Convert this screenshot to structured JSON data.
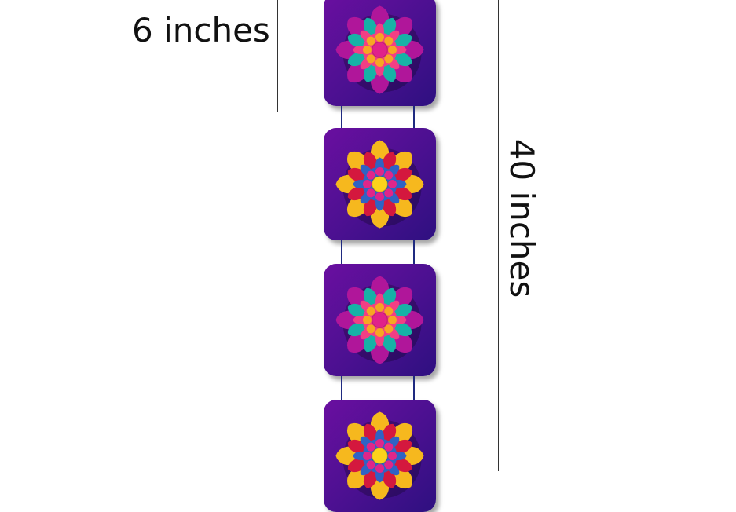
{
  "dimensions": {
    "tile_size": "6 inches",
    "total_length": "40 inches"
  },
  "tiles": [
    {
      "design": "pink-flower",
      "petal_outer": "#b0169a",
      "petal_mid": "#17b2a6",
      "petal_inner": "#f23f84",
      "center": "#e0228a",
      "dots": "#f7a623"
    },
    {
      "design": "yellow-flower",
      "petal_outer": "#f6b81e",
      "petal_mid": "#d4183e",
      "petal_inner": "#2f63c4",
      "center": "#fbd21c",
      "dots": "#e0268a"
    },
    {
      "design": "pink-flower",
      "petal_outer": "#b0169a",
      "petal_mid": "#17b2a6",
      "petal_inner": "#f23f84",
      "center": "#e0228a",
      "dots": "#f7a623"
    },
    {
      "design": "yellow-flower",
      "petal_outer": "#f6b81e",
      "petal_mid": "#d4183e",
      "petal_inner": "#2f63c4",
      "center": "#fbd21c",
      "dots": "#e0268a"
    }
  ],
  "colors": {
    "tile_gradient_start": "#6a0fa0",
    "tile_gradient_end": "#2e1080",
    "cord": "#1f2a80"
  }
}
